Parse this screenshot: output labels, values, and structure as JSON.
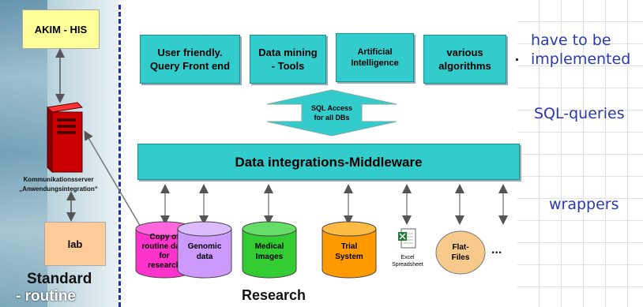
{
  "left": {
    "his_label": "AKIM - HIS",
    "server_label_1": "Kommunikationsserver",
    "server_label_2": "„Anwendungsintegration“",
    "lab_label": "lab",
    "standard_label_1": "Standard",
    "standard_label_2": "- routine"
  },
  "top_boxes": [
    {
      "label": "User friendly.\nQuery Front end"
    },
    {
      "label": "Data mining\n- Tools"
    },
    {
      "label": "Artificial\nIntelligence"
    },
    {
      "label": "various\nalgorithms"
    }
  ],
  "sql_arrow": {
    "label": "SQL Access\nfor all DBs"
  },
  "middleware": {
    "label": "Data integrations-Middleware"
  },
  "sources": [
    {
      "label": "Copy of\nroutine data\nfor\nresearch",
      "color": "#ff33cc"
    },
    {
      "label": "Genomic\ndata",
      "color": "#cc99ff"
    },
    {
      "label": "Medical\nImages",
      "color": "#33cc33"
    },
    {
      "label": "Trial\nSystem",
      "color": "#ff9900"
    },
    {
      "label": "Excel\nSpreadsheet"
    },
    {
      "label": "Flat-\nFiles",
      "color": "#f7c98a"
    },
    {
      "label": "..."
    }
  ],
  "bottom": {
    "research_label": "Research"
  },
  "annotations": {
    "implemented_1": "have to be",
    "implemented_2": "implemented",
    "sql_queries": "SQL-queries",
    "wrappers": "wrappers"
  },
  "colors": {
    "teal": "#33cccc",
    "annotation_blue": "#2b3aa8",
    "his_yellow": "#ffff99",
    "lab_peach": "#ffcc99",
    "server_red": "#cc0000"
  }
}
